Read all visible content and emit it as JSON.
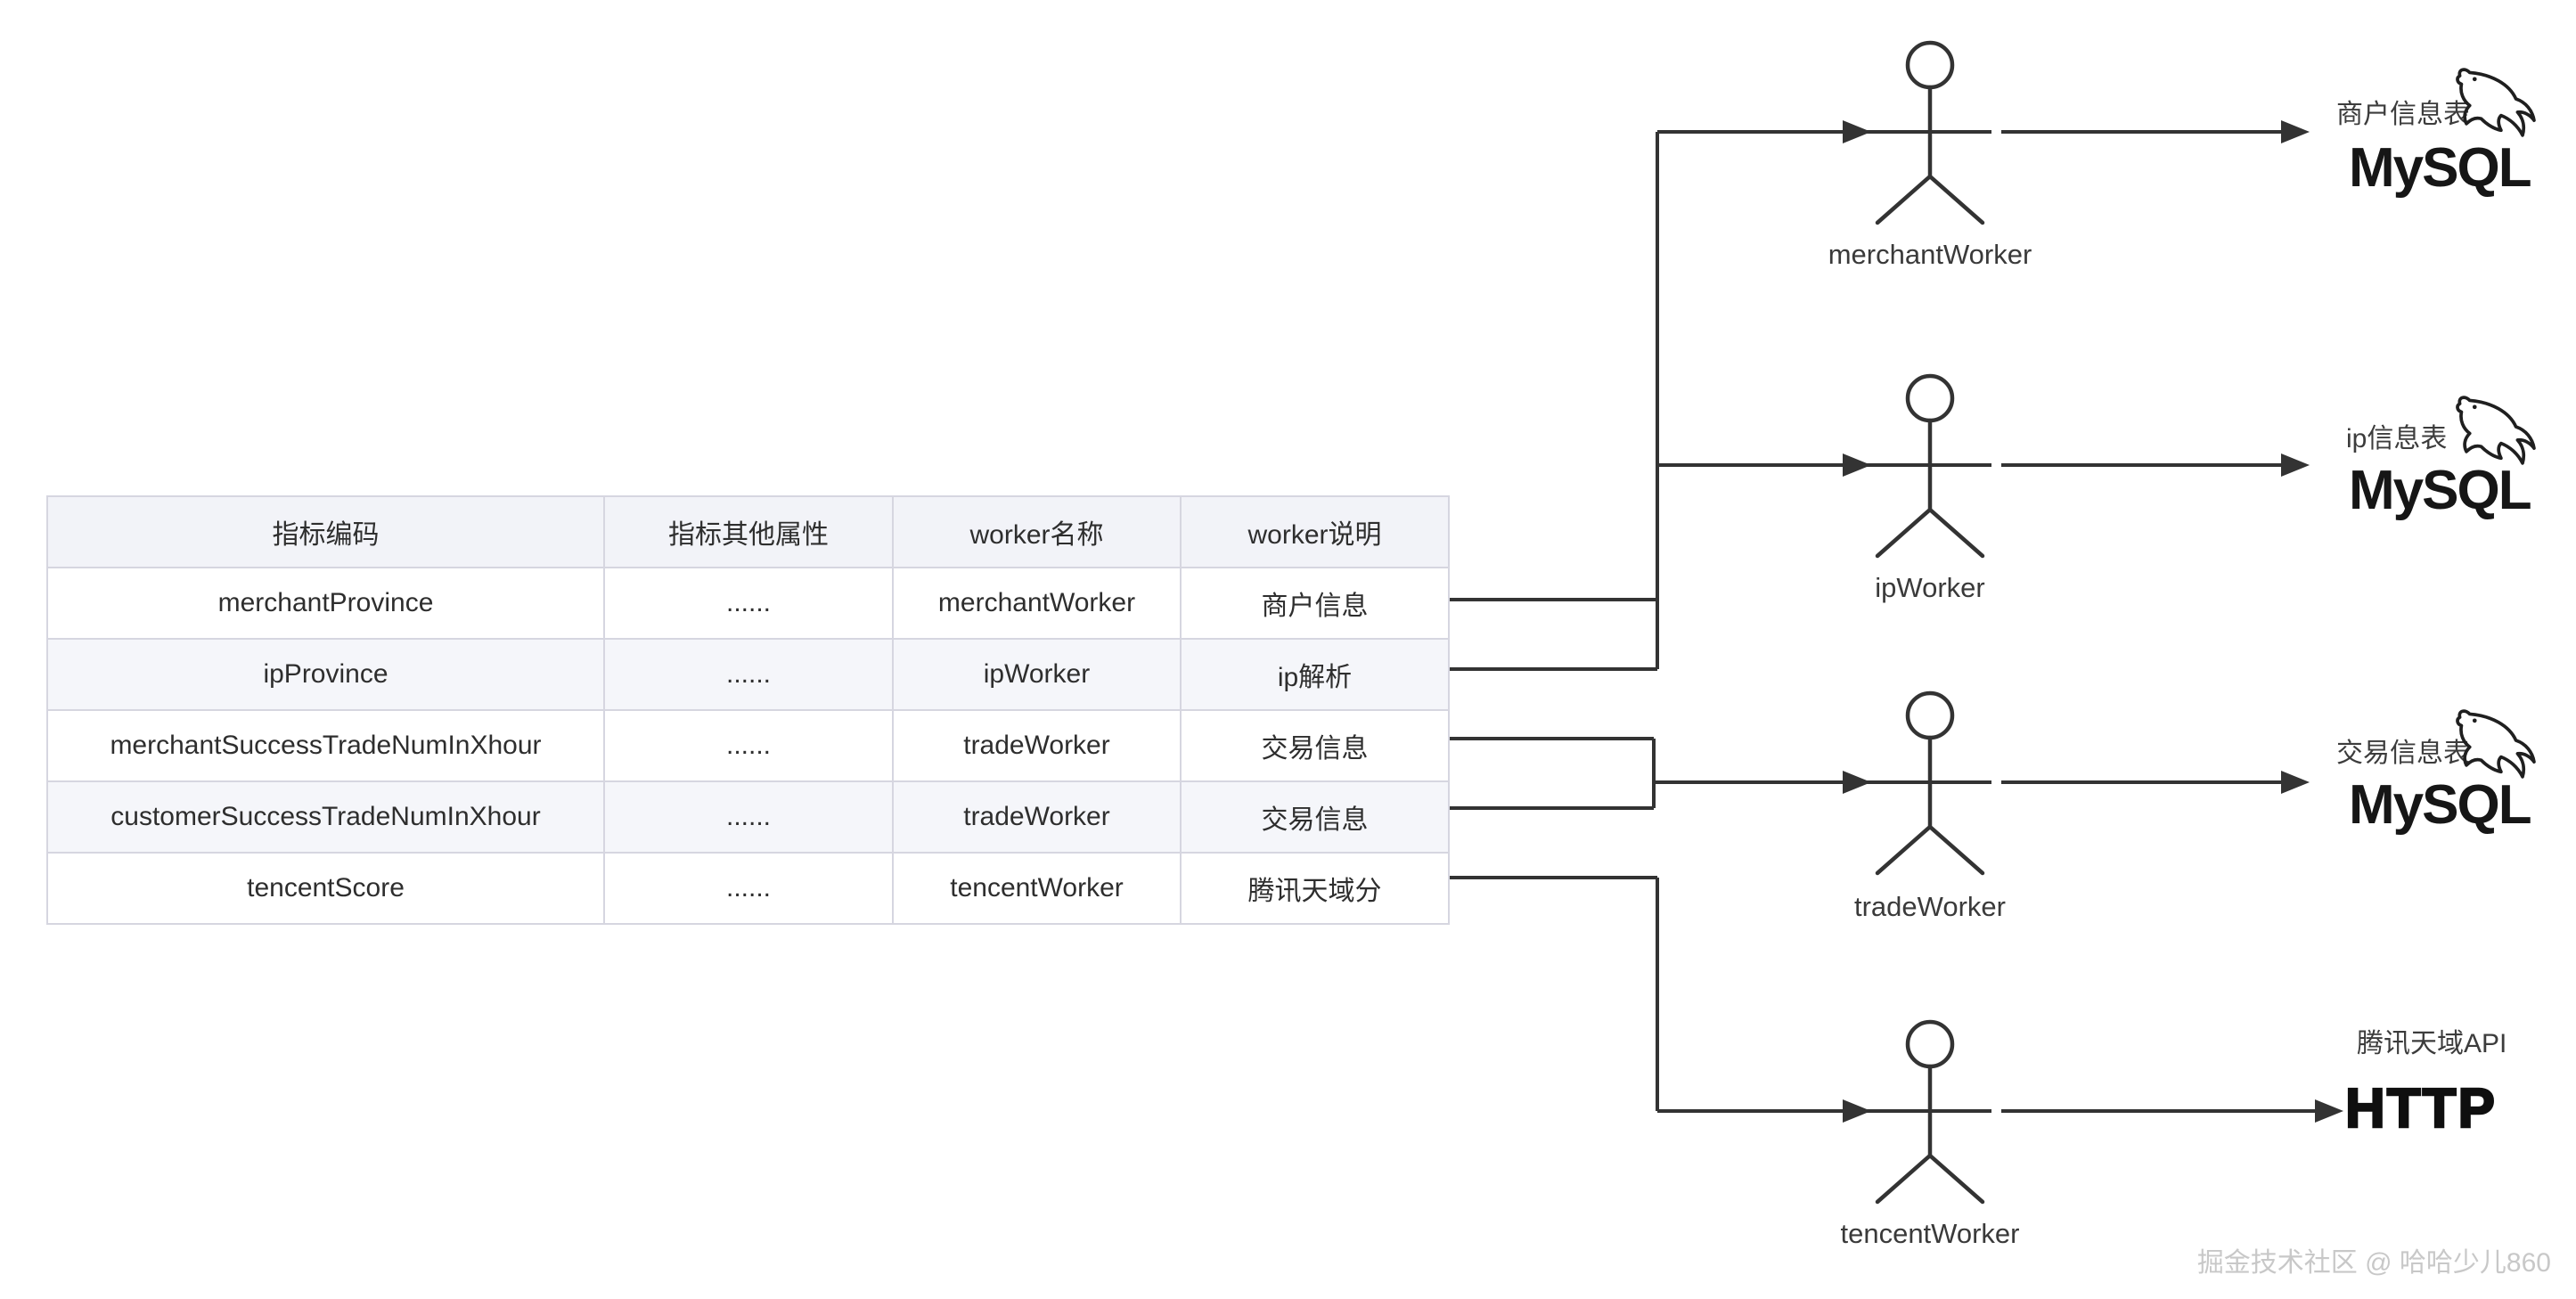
{
  "table": {
    "headers": [
      "指标编码",
      "指标其他属性",
      "worker名称",
      "worker说明"
    ],
    "rows": [
      [
        "merchantProvince",
        "......",
        "merchantWorker",
        "商户信息"
      ],
      [
        "ipProvince",
        "......",
        "ipWorker",
        "ip解析"
      ],
      [
        "merchantSuccessTradeNumInXhour",
        "......",
        "tradeWorker",
        "交易信息"
      ],
      [
        "customerSuccessTradeNumInXhour",
        "......",
        "tradeWorker",
        "交易信息"
      ],
      [
        "tencentScore",
        "......",
        "tencentWorker",
        "腾讯天域分"
      ]
    ]
  },
  "actors": [
    {
      "label": "merchantWorker"
    },
    {
      "label": "ipWorker"
    },
    {
      "label": "tradeWorker"
    },
    {
      "label": "tencentWorker"
    }
  ],
  "targets": [
    {
      "label": "商户信息表",
      "logo": "MySQL"
    },
    {
      "label": "ip信息表",
      "logo": "MySQL"
    },
    {
      "label": "交易信息表",
      "logo": "MySQL"
    },
    {
      "label": "腾讯天域API",
      "logo": "HTTP"
    }
  ],
  "watermark": "掘金技术社区 @ 哈哈少儿860",
  "colors": {
    "line": "#333333",
    "logo_text": "#161616",
    "table_border": "#d6d6e0",
    "header_bg": "#f2f3f8",
    "alt_row_bg": "#f5f6fa",
    "text": "#2e2e2e",
    "watermark": "#c8c8c8"
  }
}
